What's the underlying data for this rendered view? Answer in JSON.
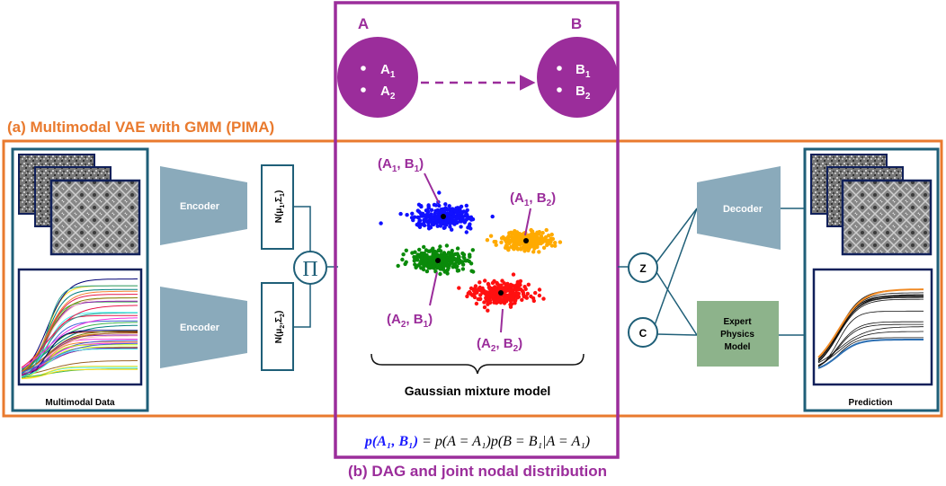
{
  "panel_a": {
    "title": "(a) Multimodal VAE with GMM (PIMA)",
    "input_caption": "Multimodal Data",
    "encoder_1": "Encoder",
    "encoder_2": "Encoder",
    "dist_1": {
      "base": "N(μ",
      "sub1": "1",
      "mid": ",Σ",
      "sub2": "1",
      "end": ")"
    },
    "dist_2": {
      "base": "N(μ",
      "sub1": "2",
      "mid": ",Σ",
      "sub2": "2",
      "end": ")"
    },
    "product_symbol": "Π",
    "latent_z": "Z",
    "latent_c": "C",
    "decoder": "Decoder",
    "physics_model": [
      "Expert",
      "Physics",
      "Model"
    ],
    "output_caption": "Prediction"
  },
  "panel_b": {
    "title": "(b) DAG and joint nodal distribution",
    "node_a": {
      "label": "A",
      "items": [
        {
          "base": "A",
          "sub": "1"
        },
        {
          "base": "A",
          "sub": "2"
        }
      ]
    },
    "node_b": {
      "label": "B",
      "items": [
        {
          "base": "B",
          "sub": "1"
        },
        {
          "base": "B",
          "sub": "2"
        }
      ]
    },
    "gmm_caption": "Gaussian mixture model",
    "clusters": [
      {
        "name": "(A1, B1)",
        "a_sub": "1",
        "b_sub": "1",
        "color": "#1010ff"
      },
      {
        "name": "(A1, B2)",
        "a_sub": "1",
        "b_sub": "2",
        "color": "#ffaa00"
      },
      {
        "name": "(A2, B1)",
        "a_sub": "2",
        "b_sub": "1",
        "color": "#0a8a0a"
      },
      {
        "name": "(A2, B2)",
        "a_sub": "2",
        "b_sub": "2",
        "color": "#ff1010"
      }
    ],
    "equation": {
      "lhs": "p(A₁, B₁)",
      "rhs": "= p(A = A₁)p(B = B₁|A = A₁)"
    }
  },
  "colors": {
    "orange": "#e97a2e",
    "purple": "#9b2d9b",
    "teal": "#1f5f78",
    "steel": "#8aaabb",
    "green_box": "#8db38b",
    "navy": "#10205a",
    "blue_math": "#1a1aff"
  }
}
